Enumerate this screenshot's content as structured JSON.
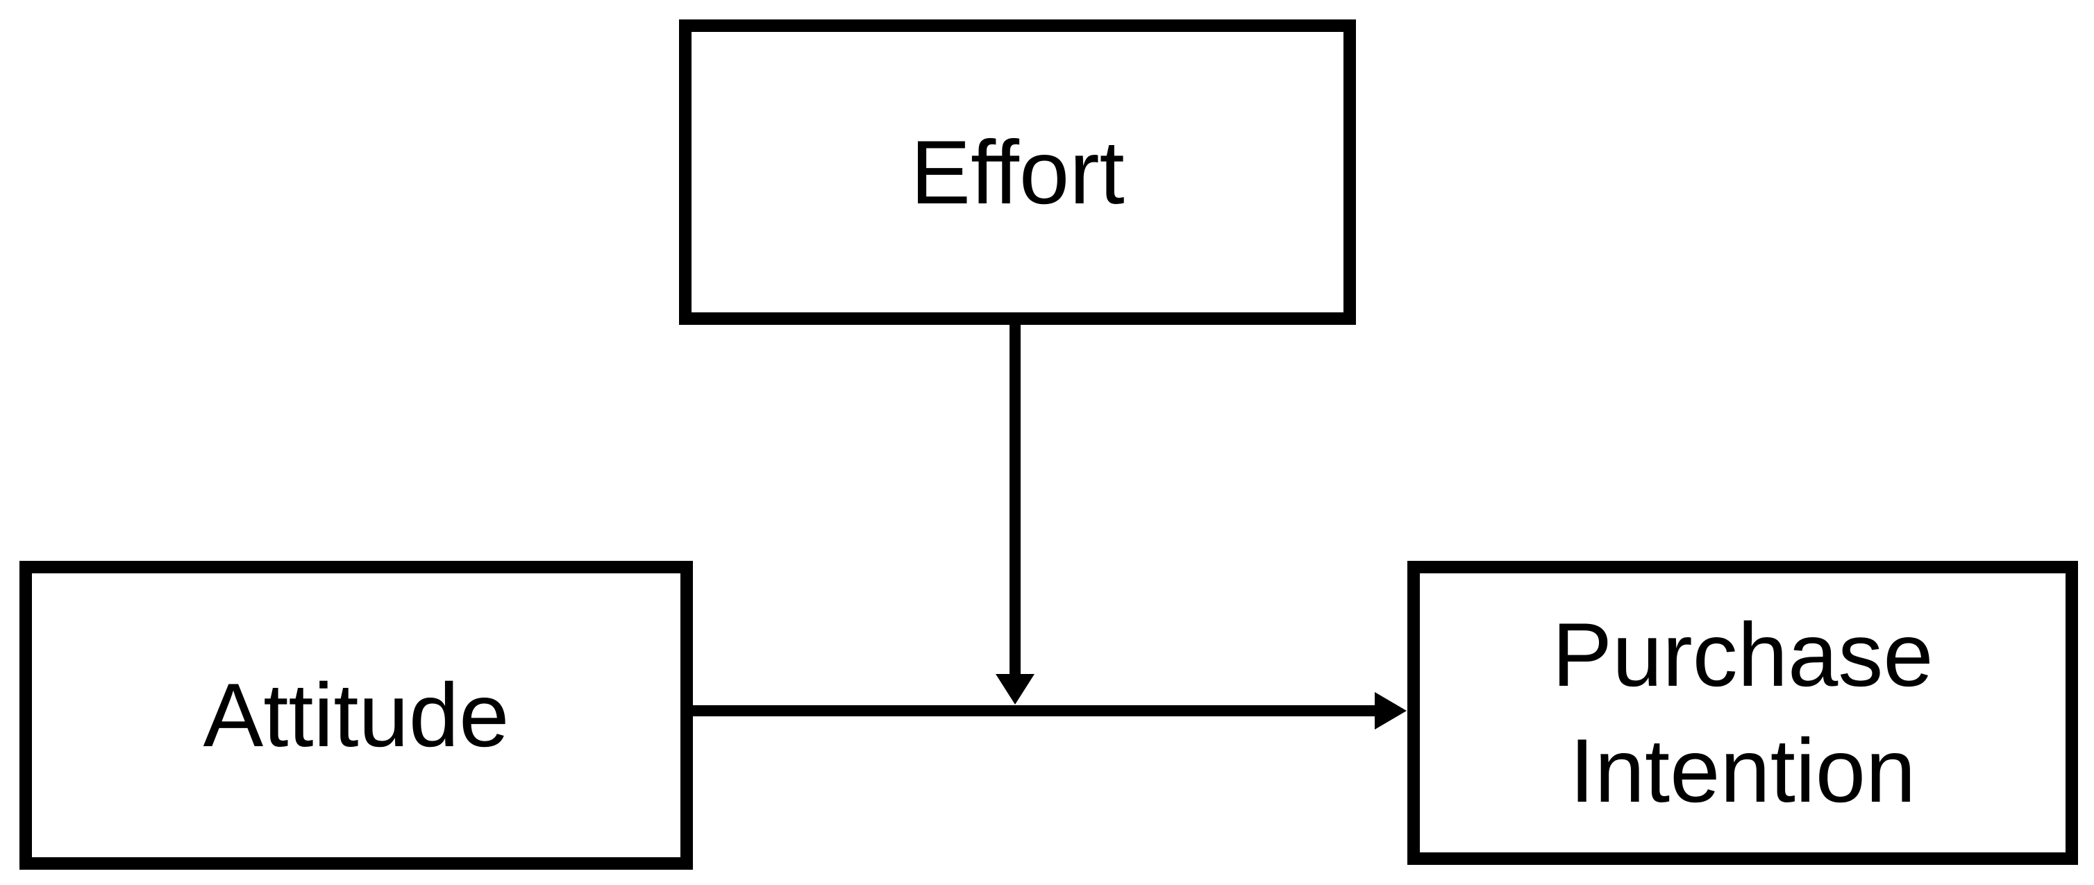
{
  "diagram": {
    "title": "moderation model: effort moderating attitude to purchase intention",
    "background_color": "#ffffff",
    "stroke_color": "#000000",
    "text_color": "#000000",
    "nodes": [
      {
        "id": "effort",
        "label": "Effort",
        "role": "moderator"
      },
      {
        "id": "attitude",
        "label": "Attitude",
        "role": "independent-variable"
      },
      {
        "id": "purchase-intention",
        "label": "Purchase Intention",
        "label_lines": [
          "Purchase",
          "Intention"
        ],
        "role": "dependent-variable"
      }
    ],
    "edges": [
      {
        "id": "attitude-to-purchase-intention",
        "from": "Attitude",
        "to": "Purchase Intention",
        "style": "solid",
        "arrowhead": "filled-triangle"
      },
      {
        "id": "effort-moderation",
        "from": "Effort",
        "to": "attitude-to-purchase-intention arrow",
        "style": "solid",
        "arrowhead": "filled-triangle"
      }
    ]
  }
}
